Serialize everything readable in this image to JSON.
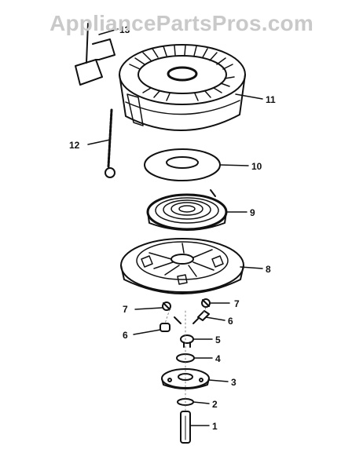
{
  "watermark": "AppliancePartsPros.com",
  "colors": {
    "ink": "#111111",
    "watermark": "#c9c9c9",
    "background": "#ffffff"
  },
  "callouts": [
    {
      "id": "1",
      "label": "1"
    },
    {
      "id": "2",
      "label": "2"
    },
    {
      "id": "3",
      "label": "3"
    },
    {
      "id": "4",
      "label": "4"
    },
    {
      "id": "5",
      "label": "5"
    },
    {
      "id": "6a",
      "label": "6"
    },
    {
      "id": "6b",
      "label": "6"
    },
    {
      "id": "7a",
      "label": "7"
    },
    {
      "id": "7b",
      "label": "7"
    },
    {
      "id": "8",
      "label": "8"
    },
    {
      "id": "9",
      "label": "9"
    },
    {
      "id": "10",
      "label": "10"
    },
    {
      "id": "11",
      "label": "11"
    },
    {
      "id": "12",
      "label": "12"
    },
    {
      "id": "13",
      "label": "13"
    }
  ]
}
